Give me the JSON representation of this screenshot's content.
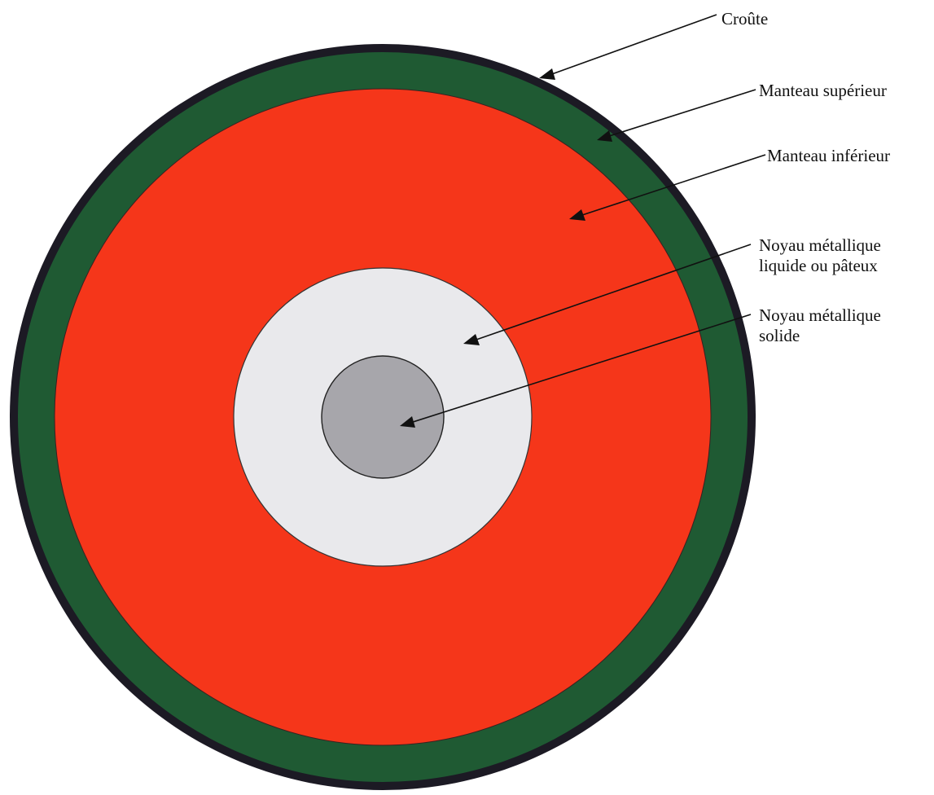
{
  "layers": [
    {
      "key": "crust",
      "label_lines": [
        "Croûte"
      ],
      "color": "#1c1a24"
    },
    {
      "key": "upper_mantle",
      "label_lines": [
        "Manteau supérieur"
      ],
      "color": "#1f5a33"
    },
    {
      "key": "lower_mantle",
      "label_lines": [
        "Manteau inférieur"
      ],
      "color": "#f5361a"
    },
    {
      "key": "outer_core",
      "label_lines": [
        "Noyau métallique",
        "liquide ou pâteux"
      ],
      "color": "#e9e9ec"
    },
    {
      "key": "inner_core",
      "label_lines": [
        "Noyau métallique",
        "solide"
      ],
      "color": "#a7a6ab"
    }
  ]
}
